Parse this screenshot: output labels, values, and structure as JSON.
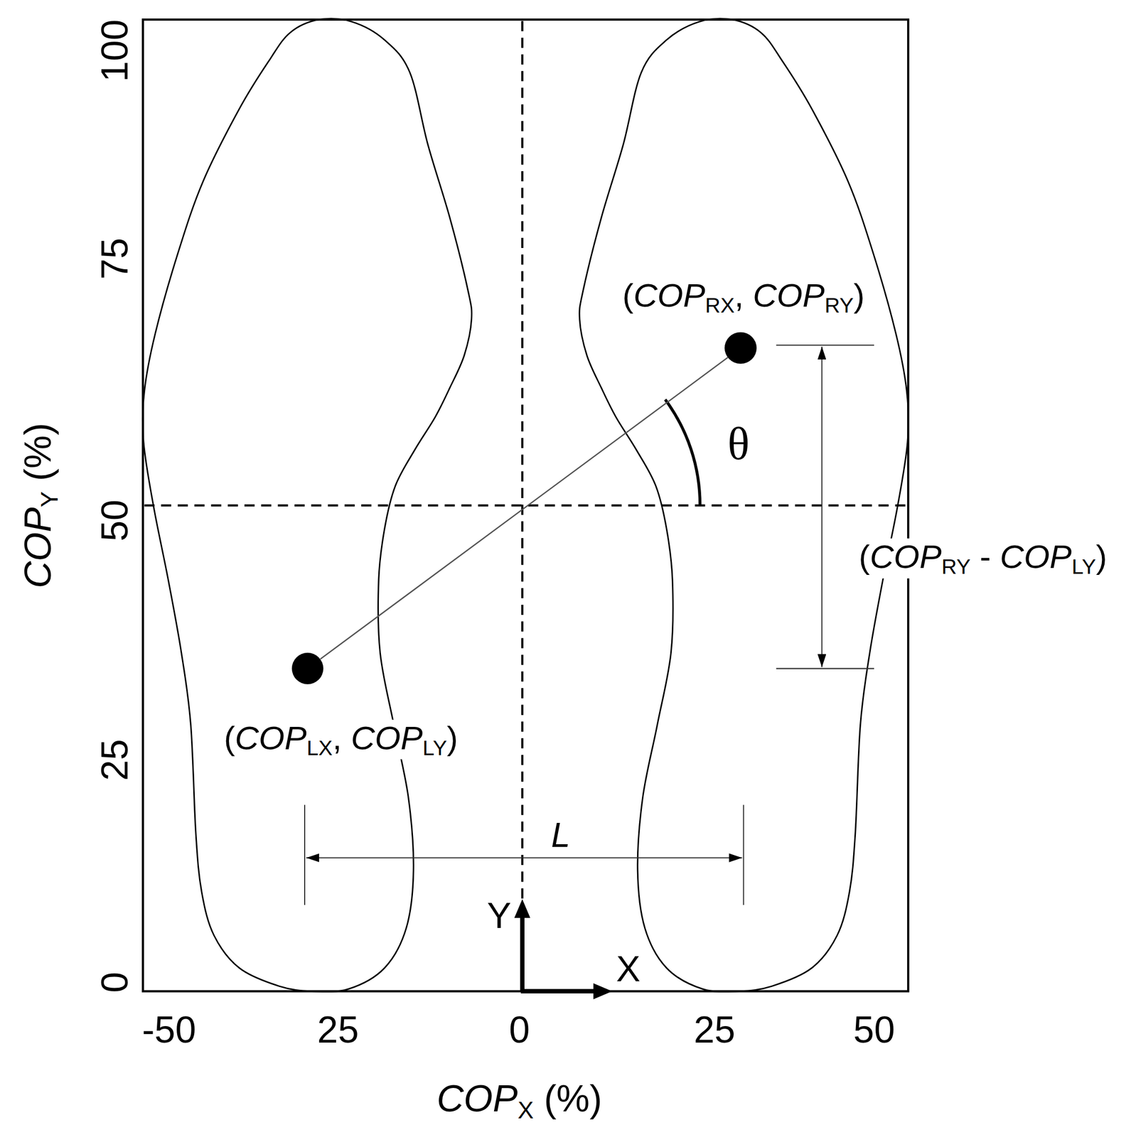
{
  "diagram": {
    "nodes": [
      {
        "text": [
          "(COPRX, COPRY)"
        ]
      },
      {
        "text": [
          "(COPLX, COPLY)"
        ]
      }
    ],
    "edges": [
      {
        "from": 1,
        "to": 0,
        "arrow": "none"
      }
    ],
    "labels": [
      "100",
      "75",
      "50",
      "25",
      "0",
      "-50",
      "25",
      "0",
      "25",
      "50",
      "COPY (%)",
      "COPX (%)",
      "θ",
      "(COPRY - COPLY)",
      "L",
      "Y",
      "X"
    ]
  }
}
